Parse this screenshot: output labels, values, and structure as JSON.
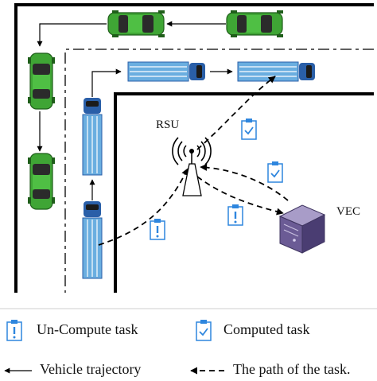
{
  "labels": {
    "rsu": "RSU",
    "vec": "VEC"
  },
  "legend": {
    "uncompute_task": "Un-Compute task",
    "computed_task": "Computed task",
    "vehicle_trajectory": "Vehicle trajectory",
    "task_path": "The path of the task."
  },
  "icons": {
    "uncompute_task": "clipboard-exclamation-icon",
    "computed_task": "clipboard-check-icon",
    "rsu": "antenna-tower-icon",
    "vec": "server-icon",
    "car": "green-car-icon",
    "truck": "blue-truck-icon"
  },
  "colors": {
    "car": "#3fa535",
    "truck_body": "#6aaee0",
    "truck_cab": "#2a5fa8",
    "task_icon": "#2e86de",
    "server": "#6b5b95",
    "line": "#000000"
  }
}
